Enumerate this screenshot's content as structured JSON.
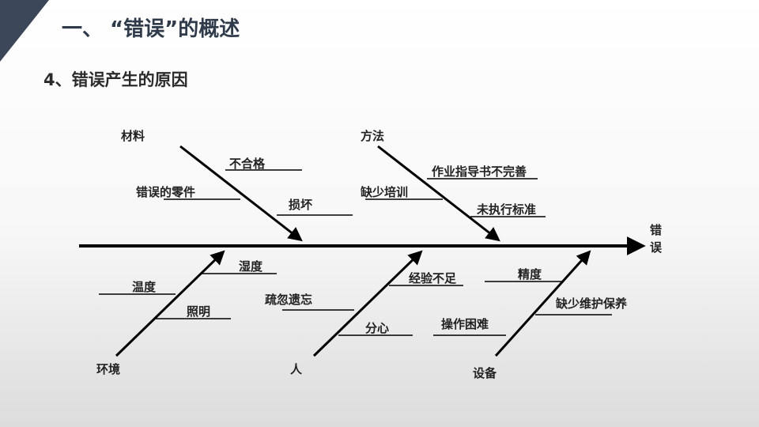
{
  "header": {
    "title": "一、 “错误”的概述",
    "subtitle": "4、错误产生的原因"
  },
  "diagram": {
    "effect": "错误",
    "categories": {
      "materials": "材料",
      "method": "方法",
      "environment": "环境",
      "people": "人",
      "equipment": "设备"
    },
    "causes": {
      "materials": [
        "不合格",
        "错误的零件",
        "损坏"
      ],
      "method": [
        "作业指导书不完善",
        "缺少培训",
        "未执行标准"
      ],
      "environment": [
        "湿度",
        "温度",
        "照明"
      ],
      "people": [
        "经验不足",
        "疏忽遗忘",
        "分心"
      ],
      "equipment": [
        "精度",
        "缺少维护保养",
        "操作困难"
      ]
    }
  },
  "colors": {
    "corner": "#3b4658",
    "line": "#000000",
    "title": "#2f3b4a"
  }
}
